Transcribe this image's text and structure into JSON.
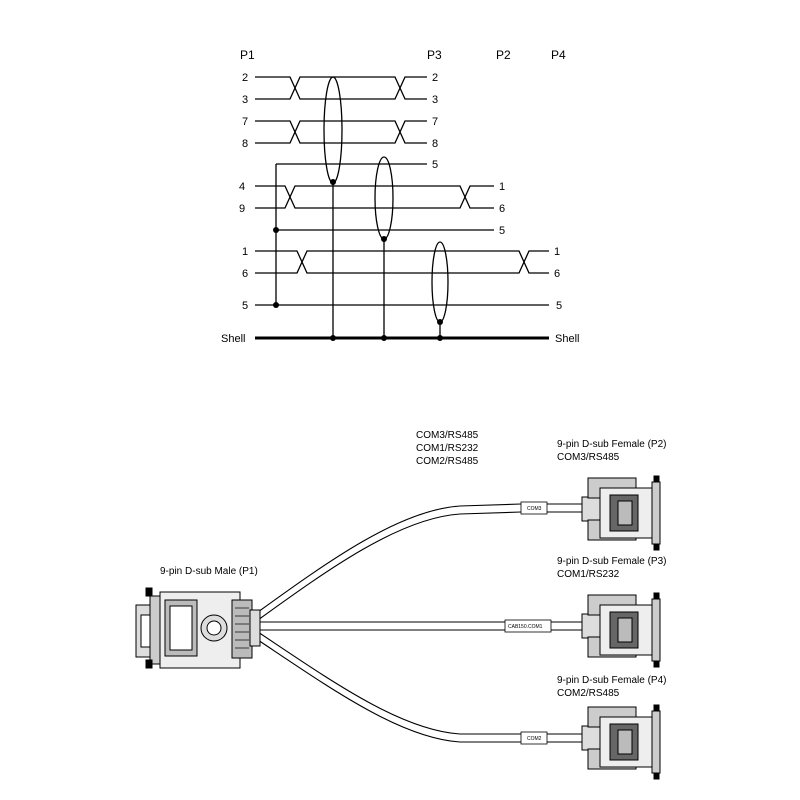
{
  "wiring": {
    "headers": {
      "p1": "P1",
      "p3": "P3",
      "p2": "P2",
      "p4": "P4"
    },
    "shell_left": "Shell",
    "shell_right": "Shell",
    "p1_pins": [
      "2",
      "3",
      "7",
      "8",
      "4",
      "9",
      "1",
      "6",
      "5"
    ],
    "p3_pins": [
      "2",
      "3",
      "7",
      "8",
      "5"
    ],
    "p2_pins": [
      "1",
      "6",
      "5"
    ],
    "p4_pins": [
      "1",
      "6",
      "5"
    ]
  },
  "cable": {
    "group_labels": [
      "COM3/RS485",
      "COM1/RS232",
      "COM2/RS485"
    ],
    "p1": {
      "title": "9-pin D-sub Male (P1)"
    },
    "p2": {
      "title": "9-pin D-sub Female (P2)",
      "subtitle": "COM3/RS485",
      "tag": "COM3"
    },
    "p3": {
      "title": "9-pin D-sub Female (P3)",
      "subtitle": "COM1/RS232",
      "tag": "CAB150.COM1"
    },
    "p4": {
      "title": "9-pin D-sub Female (P4)",
      "subtitle": "COM2/RS485",
      "tag": "COM2"
    }
  }
}
